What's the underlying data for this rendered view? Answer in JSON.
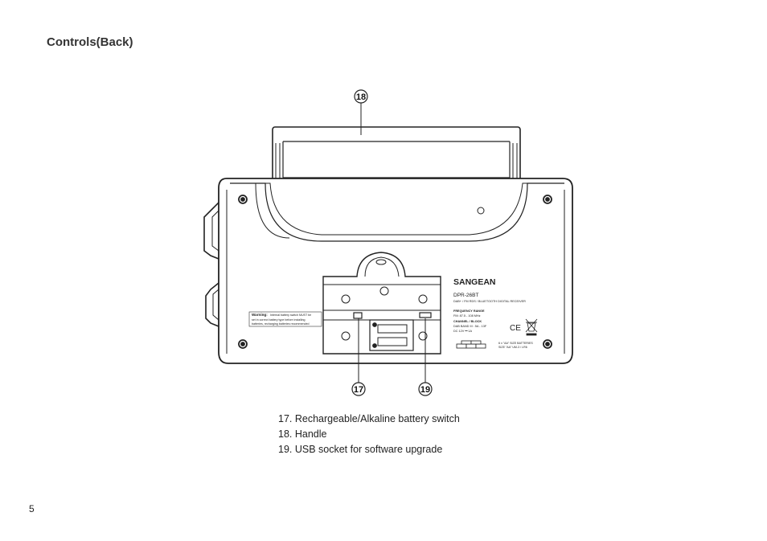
{
  "page": {
    "title": "Controls(Back)",
    "number": "5"
  },
  "callouts": {
    "handle": "18",
    "battery_switch": "17",
    "usb_socket": "19"
  },
  "legend": [
    "17. Rechargeable/Alkaline battery switch",
    "18. Handle",
    "19. USB socket for software upgrade"
  ],
  "device_label": {
    "brand": "SANGEAN",
    "model": "DPR-26BT",
    "subtitle": "DAB+ / FM RDS / BLUETOOTH DIGITAL RECEIVER",
    "freq_heading": "FREQUENCY RANGE",
    "freq_fm": "FM: 87.5 - 108 MHz",
    "channel_heading": "CHANNEL / BLOCK",
    "channel_dab": "DAB BAND III : 5A - 13F",
    "power": "DC 12V ⎓ 1A",
    "battery_note_1": "6 x \"AA\" SIZE BATTERIES",
    "battery_note_2": "SIZE \"AA\" UM-3 / LR6"
  },
  "warning": {
    "heading": "Warning:",
    "line1": "Internal battery switch MUST be",
    "line2": "set in correct battery type before installing",
    "line3": "batteries, recharging batteries recommended"
  },
  "marks": {
    "ce": "CE"
  }
}
